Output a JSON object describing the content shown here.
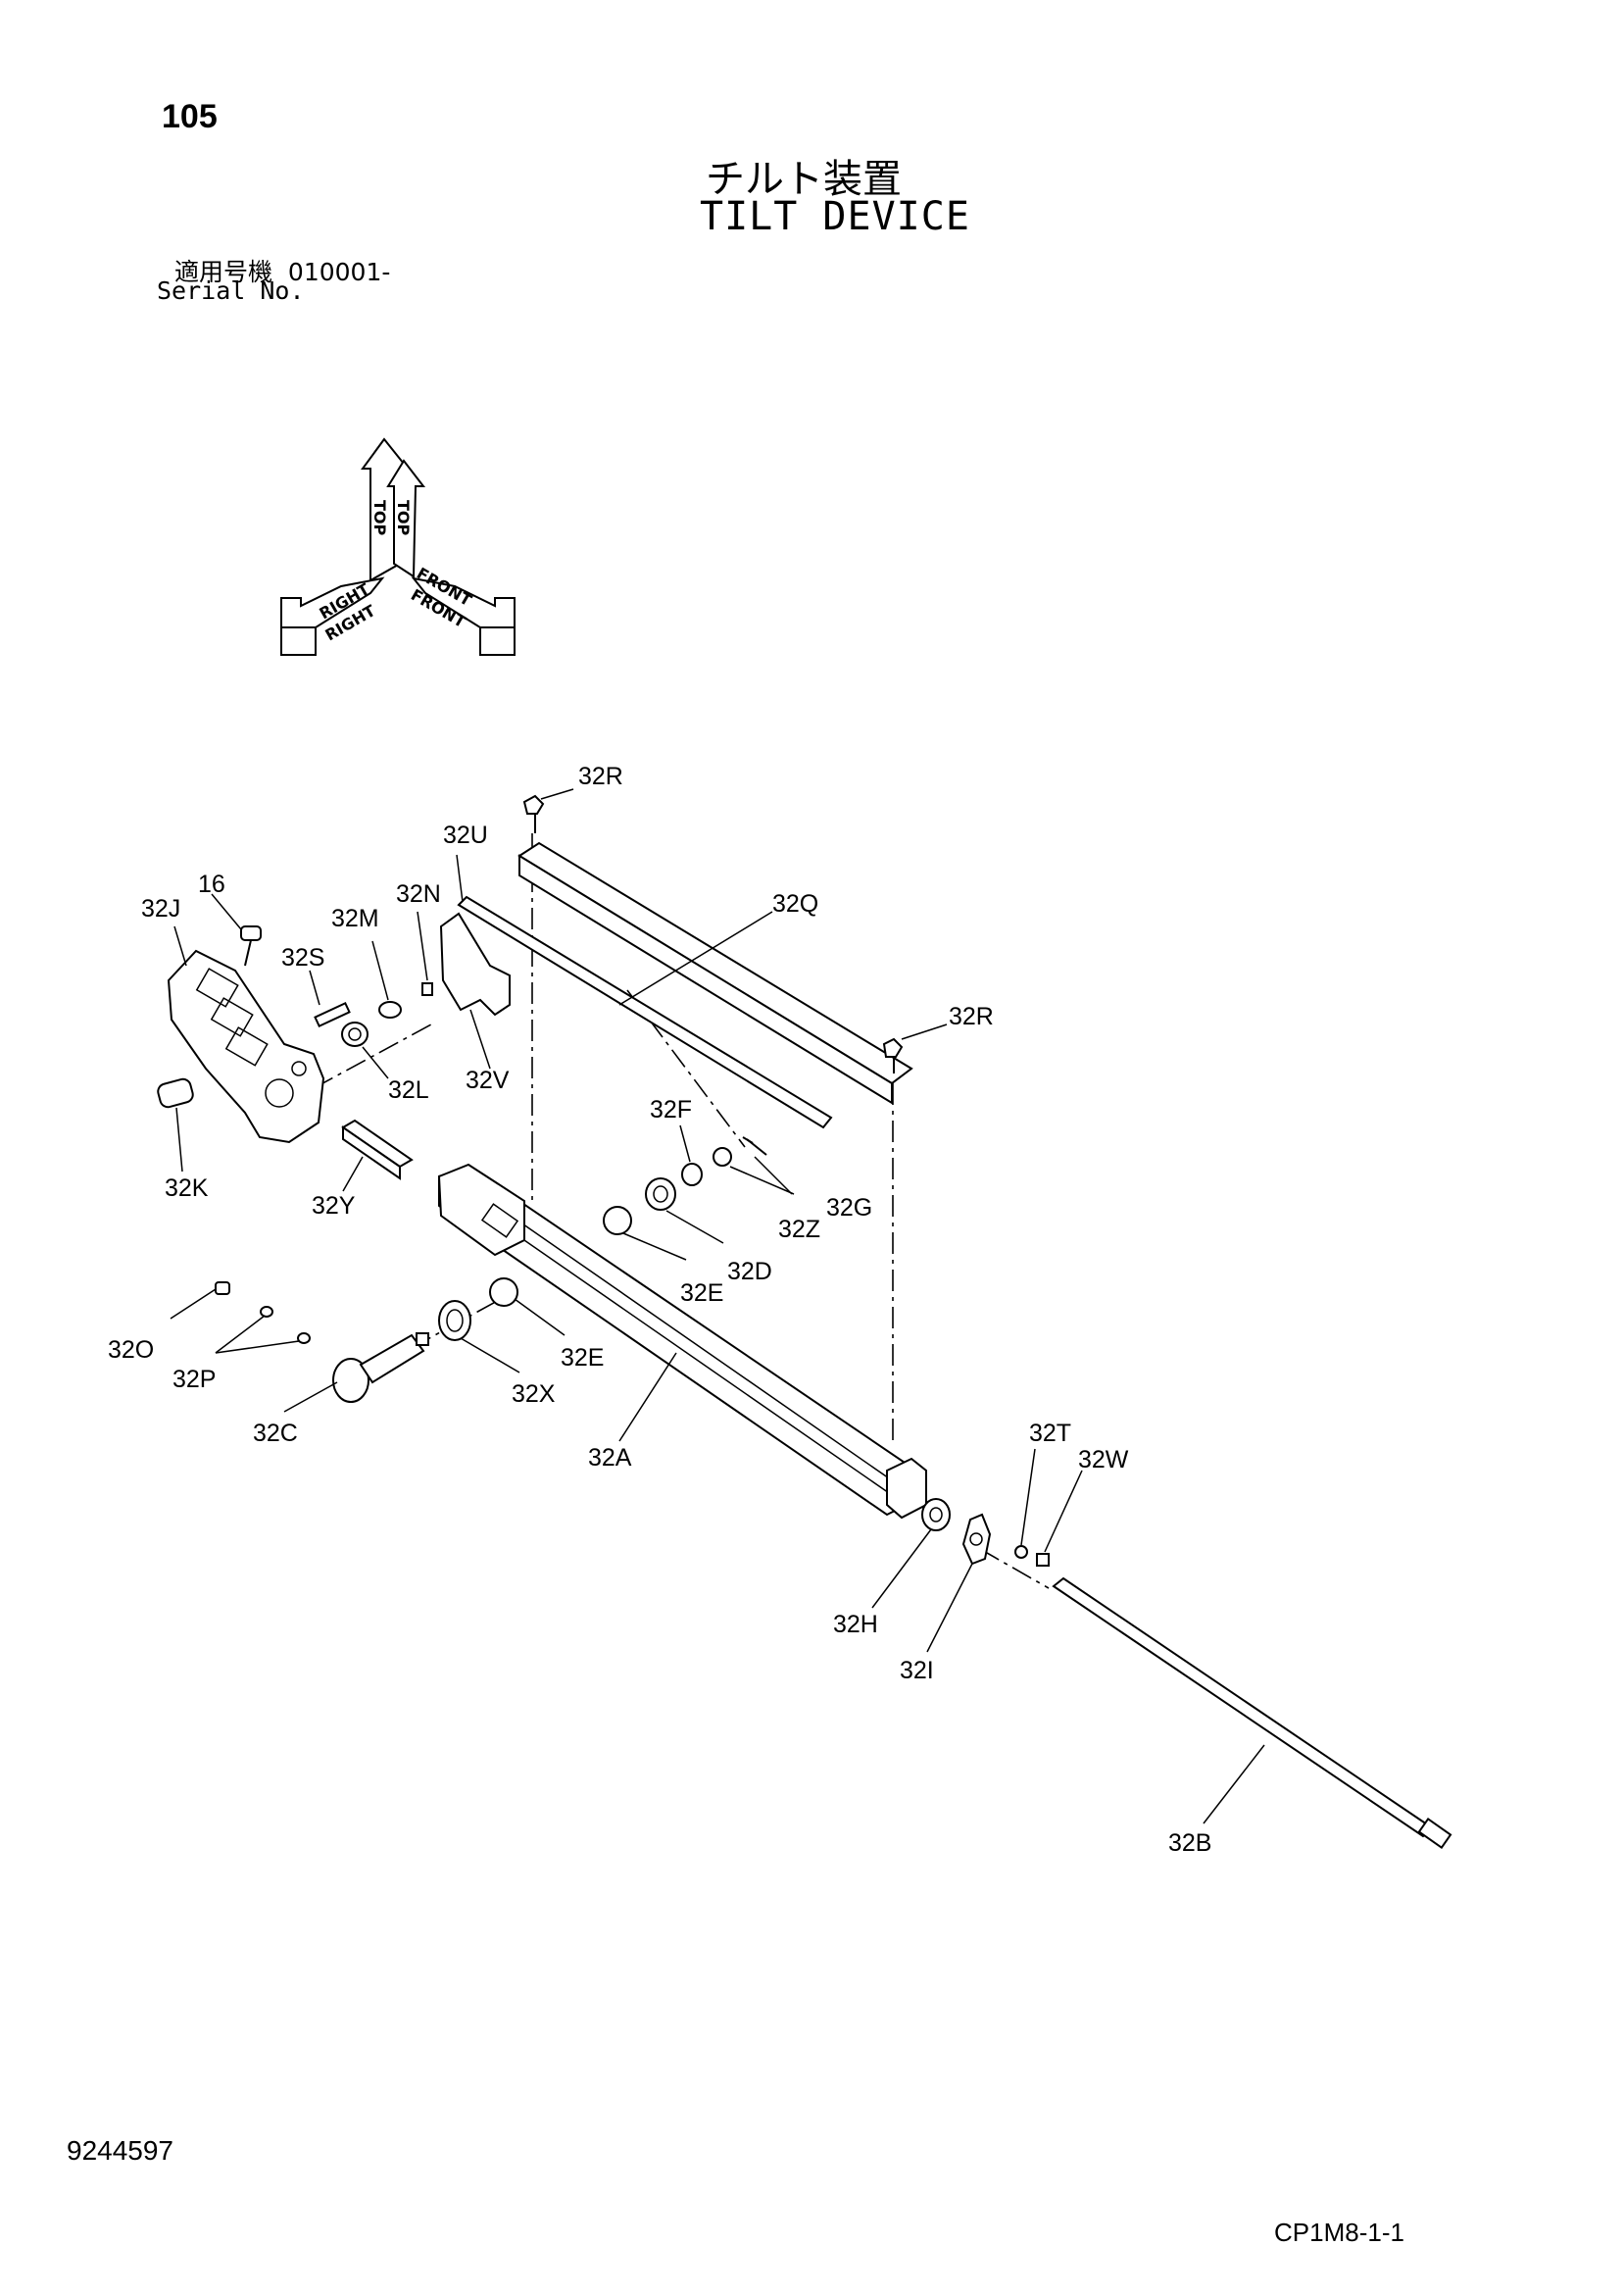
{
  "header": {
    "page_number": "105",
    "title_jp": "チルト装置",
    "title_en": "TILT DEVICE",
    "serial_label_jp": "適用号機",
    "serial_value": "010001-",
    "serial_label_en": "Serial No."
  },
  "orientation_indicator": {
    "top_labels": [
      "TOP",
      "TOP"
    ],
    "right_labels": [
      "RIGHT",
      "RIGHT"
    ],
    "front_labels": [
      "FRONT",
      "FRONT"
    ]
  },
  "callouts": {
    "c16": "16",
    "c32J": "32J",
    "c32S": "32S",
    "c32M": "32M",
    "c32N": "32N",
    "c32U": "32U",
    "c32R_top": "32R",
    "c32Q": "32Q",
    "c32R_right": "32R",
    "c32L": "32L",
    "c32V": "32V",
    "c32K": "32K",
    "c32Y": "32Y",
    "c32F": "32F",
    "c32G": "32G",
    "c32Z": "32Z",
    "c32D": "32D",
    "c32E_upper": "32E",
    "c32E_lower": "32E",
    "c32O": "32O",
    "c32P": "32P",
    "c32C": "32C",
    "c32X": "32X",
    "c32A": "32A",
    "c32T": "32T",
    "c32W": "32W",
    "c32H": "32H",
    "c32I": "32I",
    "c32B": "32B"
  },
  "footer": {
    "drawing_number": "9244597",
    "catalog_code": "CP1M8-1-1"
  }
}
